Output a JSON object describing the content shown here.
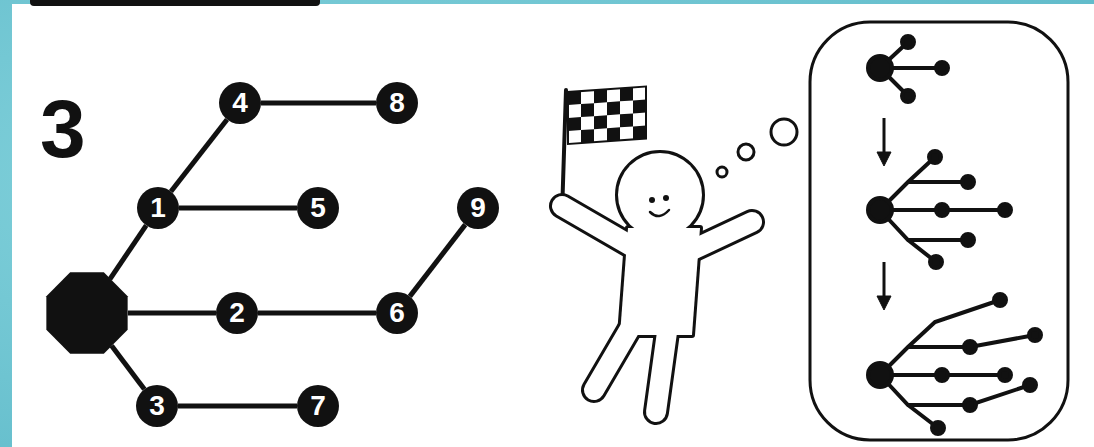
{
  "diagram": {
    "nodes": [
      {
        "text": []
      },
      {
        "text": [
          "1"
        ]
      },
      {
        "text": [
          "2"
        ]
      },
      {
        "text": [
          "3"
        ]
      },
      {
        "text": [
          "4"
        ]
      },
      {
        "text": [
          "5"
        ]
      },
      {
        "text": [
          "6"
        ]
      },
      {
        "text": [
          "7"
        ]
      },
      {
        "text": [
          "8"
        ]
      },
      {
        "text": [
          "9"
        ]
      }
    ],
    "edges": [
      {
        "from": 0,
        "to": 1,
        "arrow": "none"
      },
      {
        "from": 0,
        "to": 2,
        "arrow": "none"
      },
      {
        "from": 0,
        "to": 3,
        "arrow": "none"
      },
      {
        "from": 1,
        "to": 4,
        "arrow": "none"
      },
      {
        "from": 1,
        "to": 5,
        "arrow": "none"
      },
      {
        "from": 2,
        "to": 6,
        "arrow": "none"
      },
      {
        "from": 3,
        "to": 7,
        "arrow": "none"
      },
      {
        "from": 4,
        "to": 8,
        "arrow": "none"
      },
      {
        "from": 6,
        "to": 9,
        "arrow": "none"
      }
    ],
    "labels": [
      "3"
    ]
  }
}
